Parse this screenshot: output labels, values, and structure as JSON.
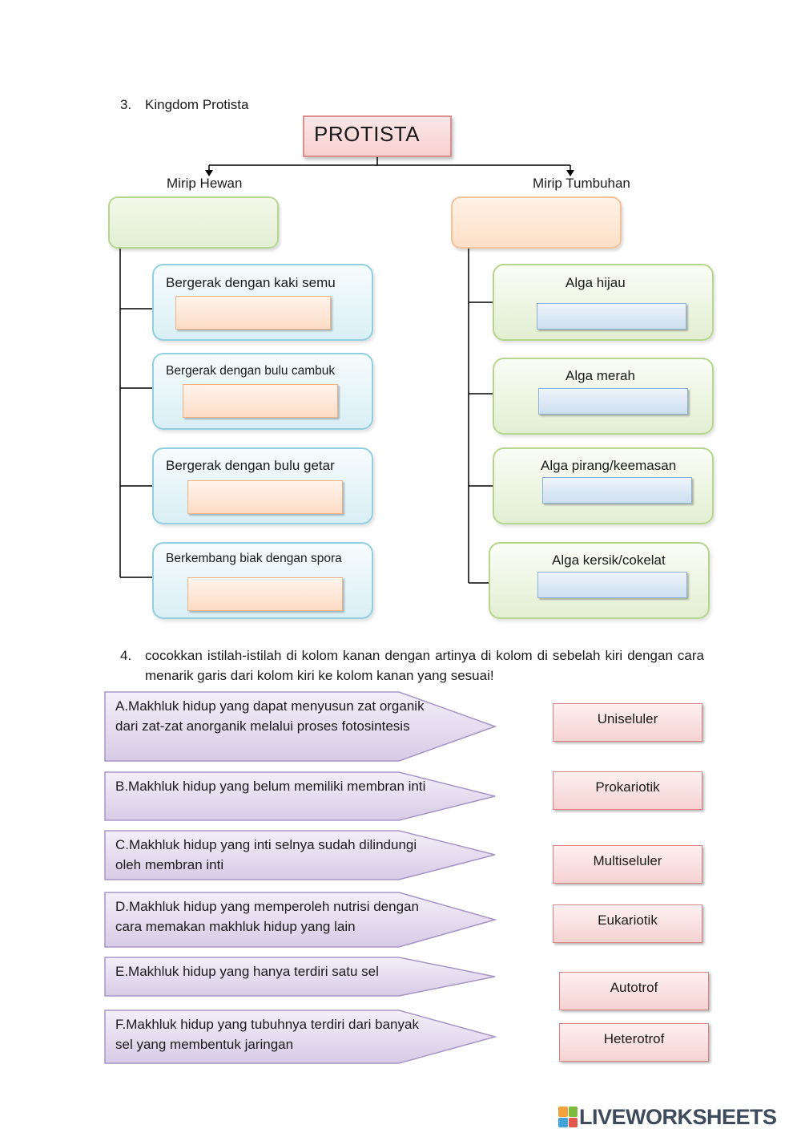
{
  "section3": {
    "number": "3.",
    "title": "Kingdom Protista",
    "root": "PROTISTA",
    "left_branch": "Mirip Hewan",
    "right_branch": "Mirip Tumbuhan",
    "left_items": [
      "Bergerak dengan kaki semu",
      "Bergerak dengan bulu cambuk",
      "Bergerak dengan bulu getar",
      "Berkembang biak dengan spora"
    ],
    "right_items": [
      "Alga hijau",
      "Alga merah",
      "Alga pirang/keemasan",
      "Alga kersik/cokelat"
    ]
  },
  "section4": {
    "number": "4.",
    "instruction": "cocokkan istilah-istilah di kolom kanan dengan artinya di kolom di sebelah kiri dengan cara menarik garis dari kolom kiri ke kolom kanan yang sesuai!",
    "statements": [
      "A.Makhluk hidup yang dapat menyusun zat organik dari zat-zat anorganik melalui proses fotosintesis",
      "B.Makhluk hidup yang belum memiliki membran inti",
      "C.Makhluk hidup yang inti selnya sudah dilindungi oleh membran inti",
      "D.Makhluk hidup yang memperoleh nutrisi dengan cara memakan makhluk hidup yang lain",
      "E.Makhluk hidup yang hanya terdiri satu sel",
      "F.Makhluk hidup yang tubuhnya terdiri dari banyak sel yang membentuk jaringan"
    ],
    "terms": [
      "Uniseluler",
      "Prokariotik",
      "Multiseluler",
      "Eukariotik",
      "Autotrof",
      "Heterotrof"
    ]
  },
  "footer": {
    "logo_text": "LIVEWORKSHEETS",
    "logo_icon": "liveworksheets-logo-icon"
  }
}
